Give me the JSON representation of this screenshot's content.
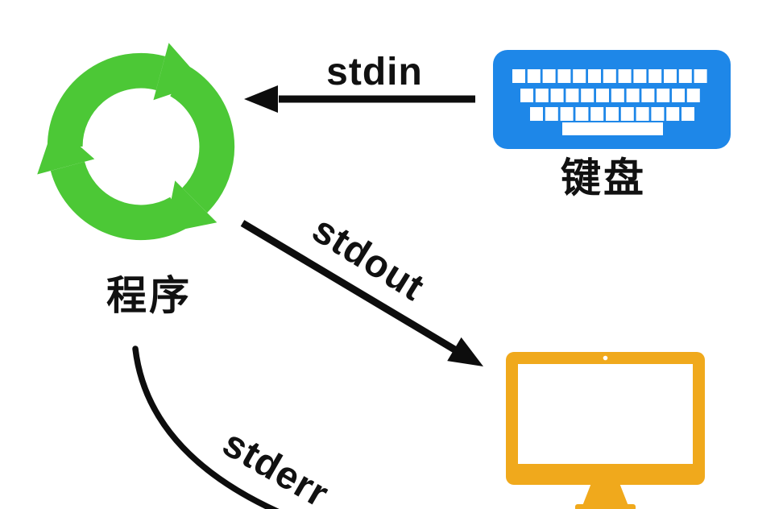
{
  "diagram": {
    "background": "#ffffff",
    "colors": {
      "program_green": "#4CC836",
      "keyboard_blue": "#1E87E8",
      "monitor_orange": "#F0A91C",
      "arrow_black": "#0D0D0D",
      "text_black": "#111111"
    },
    "nodes": {
      "program": {
        "label": "程序",
        "icon": "cycle-arrows-icon"
      },
      "keyboard": {
        "label": "键盘",
        "icon": "keyboard-icon"
      },
      "monitor": {
        "label": "",
        "icon": "monitor-icon"
      }
    },
    "streams": {
      "stdin": {
        "label": "stdin",
        "from": "keyboard",
        "to": "program"
      },
      "stdout": {
        "label": "stdout",
        "from": "program",
        "to": "monitor"
      },
      "stderr": {
        "label": "stderr",
        "from": "program",
        "to": "offscreen-bottom"
      }
    }
  }
}
